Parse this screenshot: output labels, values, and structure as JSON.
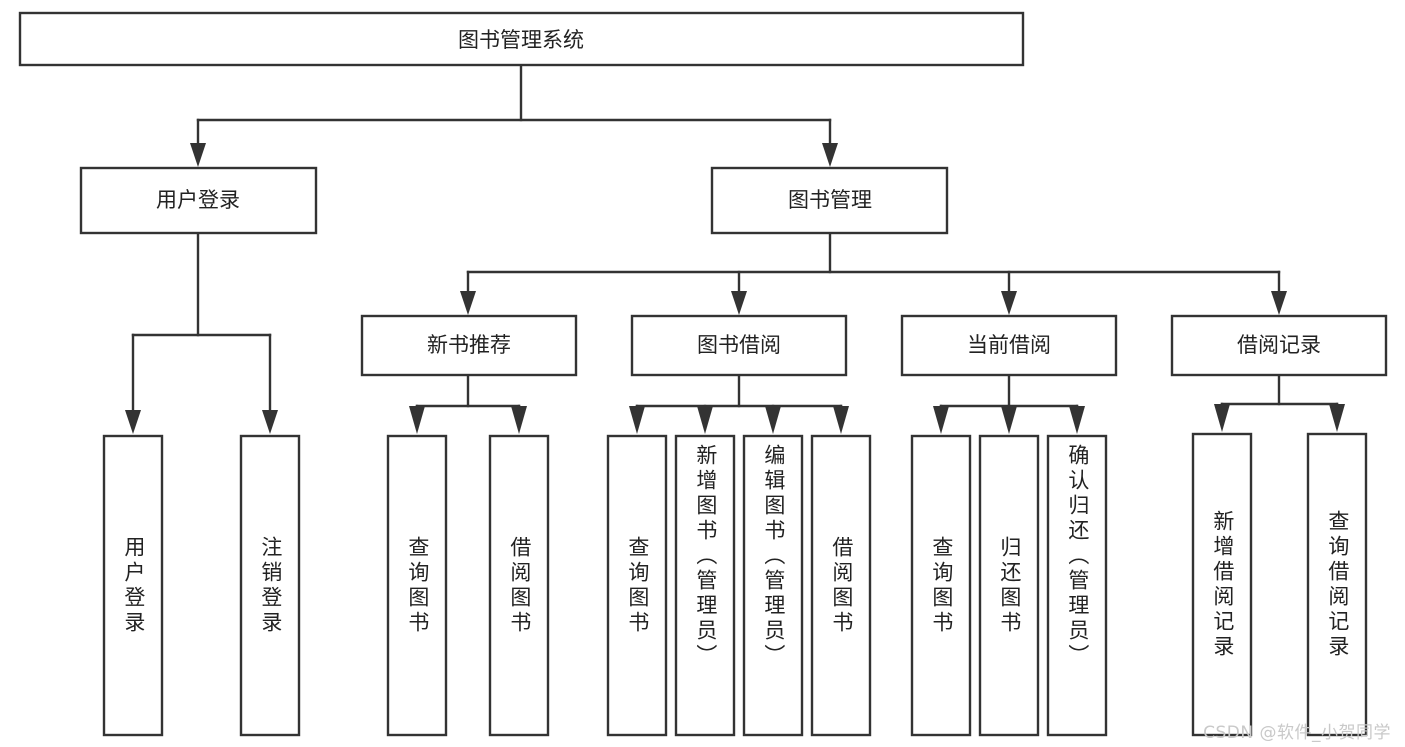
{
  "diagram": {
    "type": "tree-hierarchy",
    "title": "图书管理系统",
    "watermark": "CSDN @软件_小贺同学",
    "colors": {
      "box_fill": "#ffffff",
      "box_stroke": "#333333",
      "text": "#222222",
      "watermark": "#c9c9c9",
      "background": "#ffffff"
    },
    "root": {
      "label": "图书管理系统"
    },
    "level2": [
      {
        "label": "用户登录"
      },
      {
        "label": "图书管理"
      }
    ],
    "level3": [
      {
        "label": "新书推荐"
      },
      {
        "label": "图书借阅"
      },
      {
        "label": "当前借阅"
      },
      {
        "label": "借阅记录"
      }
    ],
    "leaves": {
      "user_login": [
        {
          "label": "用户登录"
        },
        {
          "label": "注销登录"
        }
      ],
      "new_book_recommend": [
        {
          "label": "查询图书"
        },
        {
          "label": "借阅图书"
        }
      ],
      "book_borrow": [
        {
          "label": "查询图书"
        },
        {
          "label": "新增图书（管理员）"
        },
        {
          "label": "编辑图书（管理员）"
        },
        {
          "label": "借阅图书"
        }
      ],
      "current_borrow": [
        {
          "label": "查询图书"
        },
        {
          "label": "归还图书"
        },
        {
          "label": "确认归还（管理员）"
        }
      ],
      "borrow_record": [
        {
          "label": "新增借阅记录"
        },
        {
          "label": "查询借阅记录"
        }
      ]
    }
  }
}
